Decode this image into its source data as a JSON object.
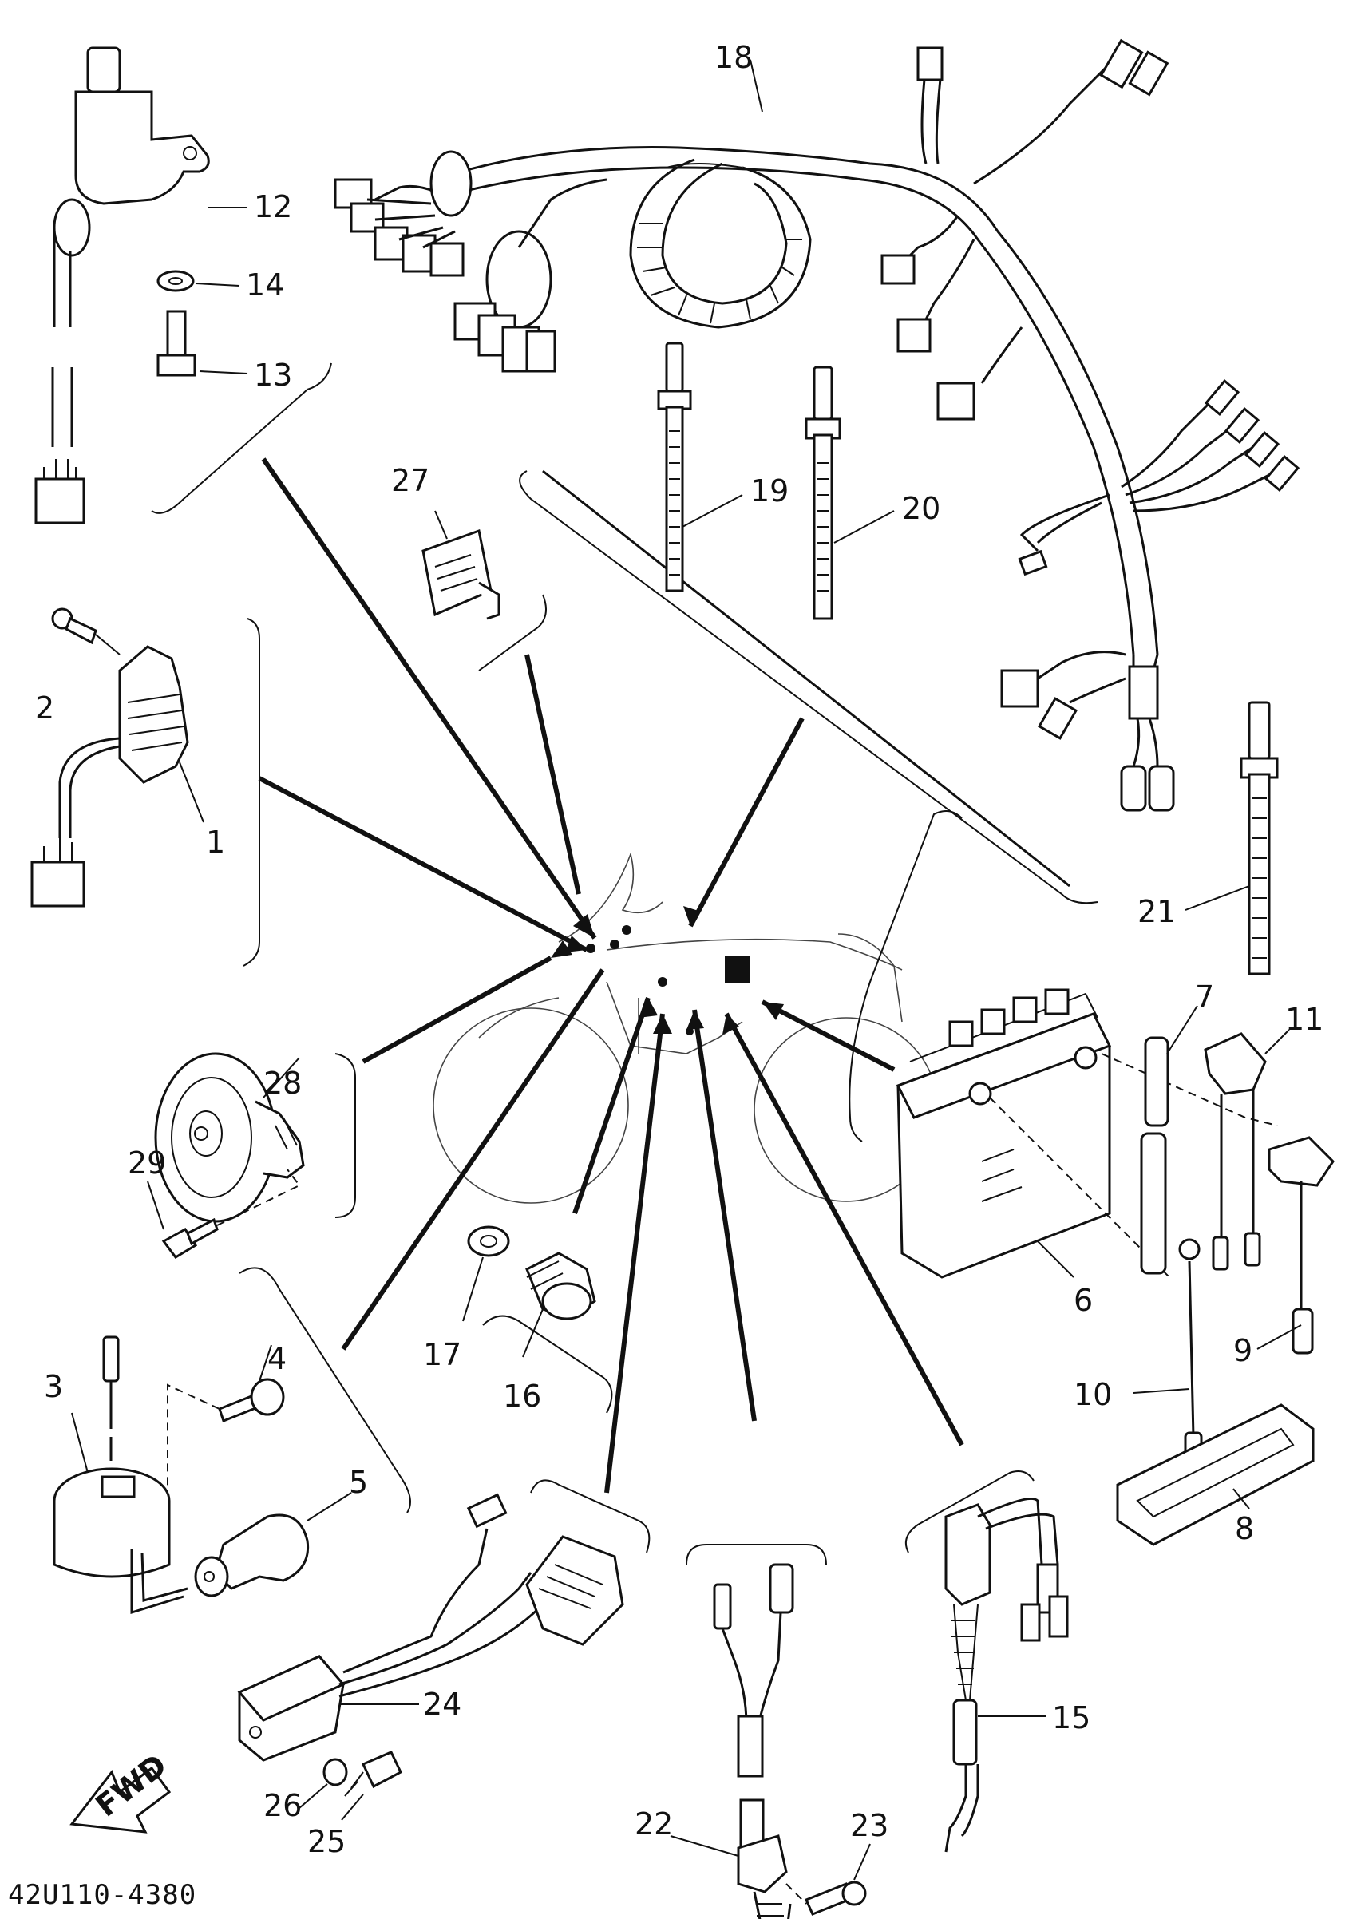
{
  "diagram": {
    "code": "42U110-4380",
    "fwd_label": "FWD",
    "parts": [
      {
        "n": "1"
      },
      {
        "n": "2"
      },
      {
        "n": "3"
      },
      {
        "n": "4"
      },
      {
        "n": "5"
      },
      {
        "n": "6"
      },
      {
        "n": "7"
      },
      {
        "n": "8"
      },
      {
        "n": "9"
      },
      {
        "n": "10"
      },
      {
        "n": "11"
      },
      {
        "n": "12"
      },
      {
        "n": "13"
      },
      {
        "n": "14"
      },
      {
        "n": "15"
      },
      {
        "n": "16"
      },
      {
        "n": "17"
      },
      {
        "n": "18"
      },
      {
        "n": "19"
      },
      {
        "n": "20"
      },
      {
        "n": "21"
      },
      {
        "n": "22"
      },
      {
        "n": "23"
      },
      {
        "n": "24"
      },
      {
        "n": "25"
      },
      {
        "n": "26"
      },
      {
        "n": "27"
      },
      {
        "n": "28"
      },
      {
        "n": "29"
      }
    ]
  }
}
